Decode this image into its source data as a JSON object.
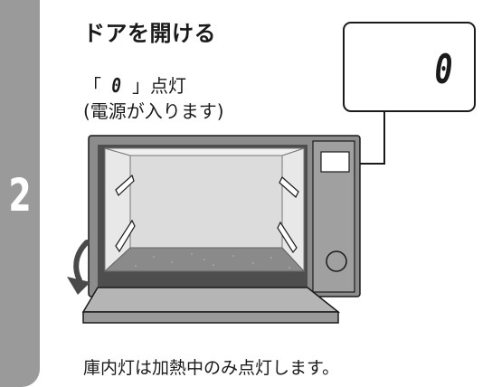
{
  "step": {
    "number": "2"
  },
  "title": "ドアを開ける",
  "status_line": {
    "open_bracket": "「",
    "display_symbol": "0",
    "close_bracket": "」点灯"
  },
  "status_note": "(電源が入ります)",
  "display_panel": {
    "value": "0"
  },
  "footer_note": "庫内灯は加熱中のみ点灯します。",
  "colors": {
    "step_bar": "#9a9a9a",
    "oven_body": "#8c8c8c",
    "oven_interior": "#dcdcdc",
    "oven_floor": "#8a8a8a",
    "control_panel": "#a0a0a0",
    "door": "#b5b5b5"
  },
  "icons": {
    "door_arrow": "curved-arrow-down-left-icon",
    "start_knob": "knob-icon"
  }
}
